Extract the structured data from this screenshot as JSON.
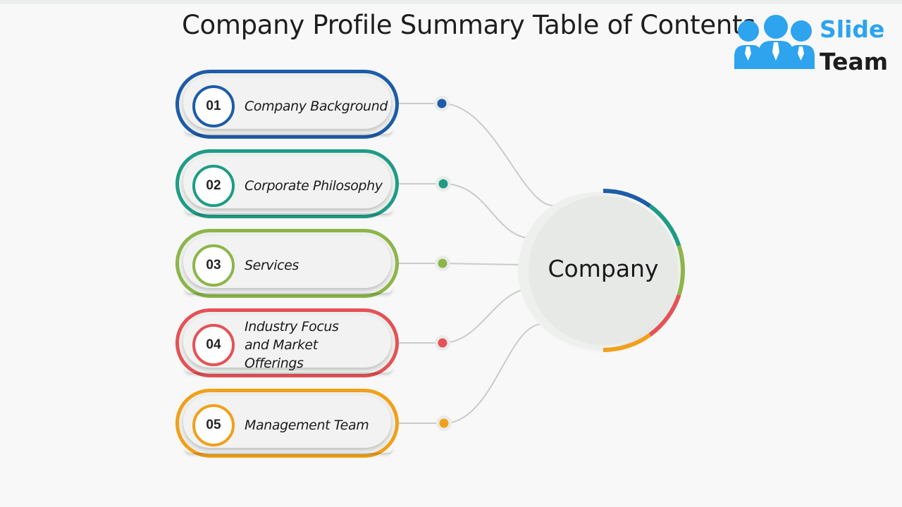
{
  "title": "Company Profile Summary Table of Contents",
  "logo": {
    "line1": "Slide",
    "line2": "Team",
    "color": "#2ea3ee"
  },
  "center": {
    "label": "Company"
  },
  "items": [
    {
      "number": "01",
      "label": "Company Background",
      "color": "#1d5ca8"
    },
    {
      "number": "02",
      "label": "Corporate Philosophy",
      "color": "#1e9c86"
    },
    {
      "number": "03",
      "label": "Services",
      "color": "#8db54a"
    },
    {
      "number": "04",
      "label": "Industry Focus and Market Offerings",
      "color": "#e45256"
    },
    {
      "number": "05",
      "label": "Management Team",
      "color": "#f0a01a"
    }
  ]
}
